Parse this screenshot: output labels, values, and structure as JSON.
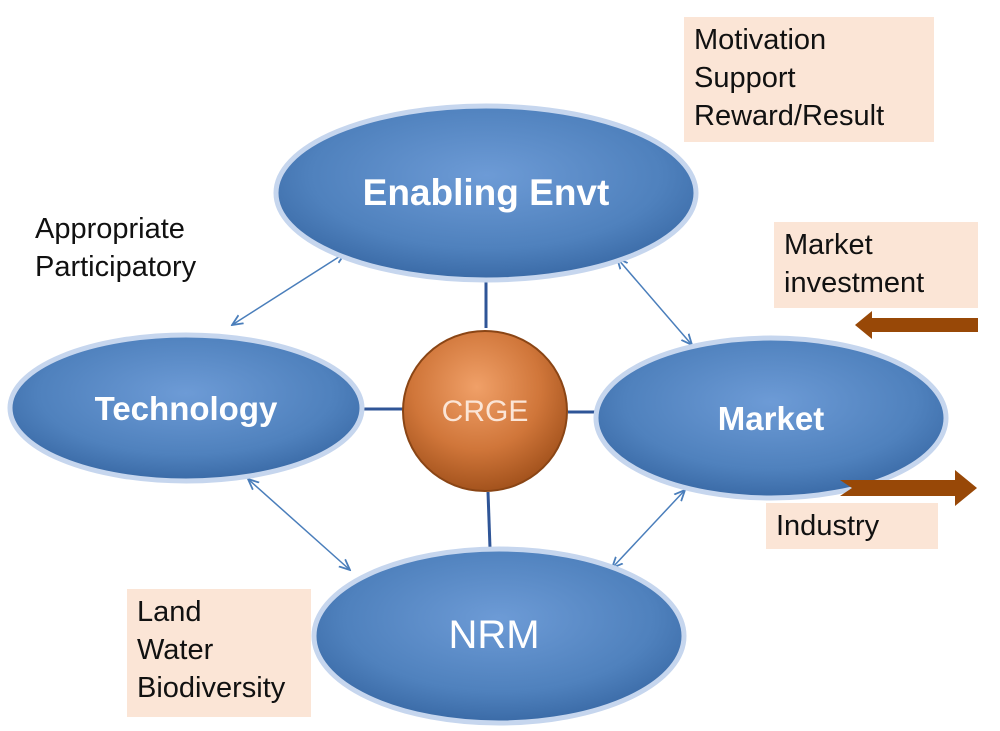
{
  "diagram": {
    "center": {
      "label": "CRGE"
    },
    "nodes": {
      "enabling": {
        "label": "Enabling Envt"
      },
      "technology": {
        "label": "Technology"
      },
      "market": {
        "label": "Market"
      },
      "nrm": {
        "label": "NRM"
      }
    },
    "notes": {
      "enabling": [
        "Motivation",
        "Support",
        "Reward/Result"
      ],
      "technology": [
        "Appropriate",
        "Participatory"
      ],
      "market_in": [
        "Market",
        "investment"
      ],
      "market_out": [
        "Industry"
      ],
      "nrm": [
        "Land",
        "Water",
        "Biodiversity"
      ]
    },
    "colors": {
      "node_fill": "#4f81bd",
      "center_fill": "#d0763a",
      "note_fill": "#fbe5d6",
      "arrow_blue": "#4a7ebb",
      "arrow_brown": "#984807"
    }
  }
}
